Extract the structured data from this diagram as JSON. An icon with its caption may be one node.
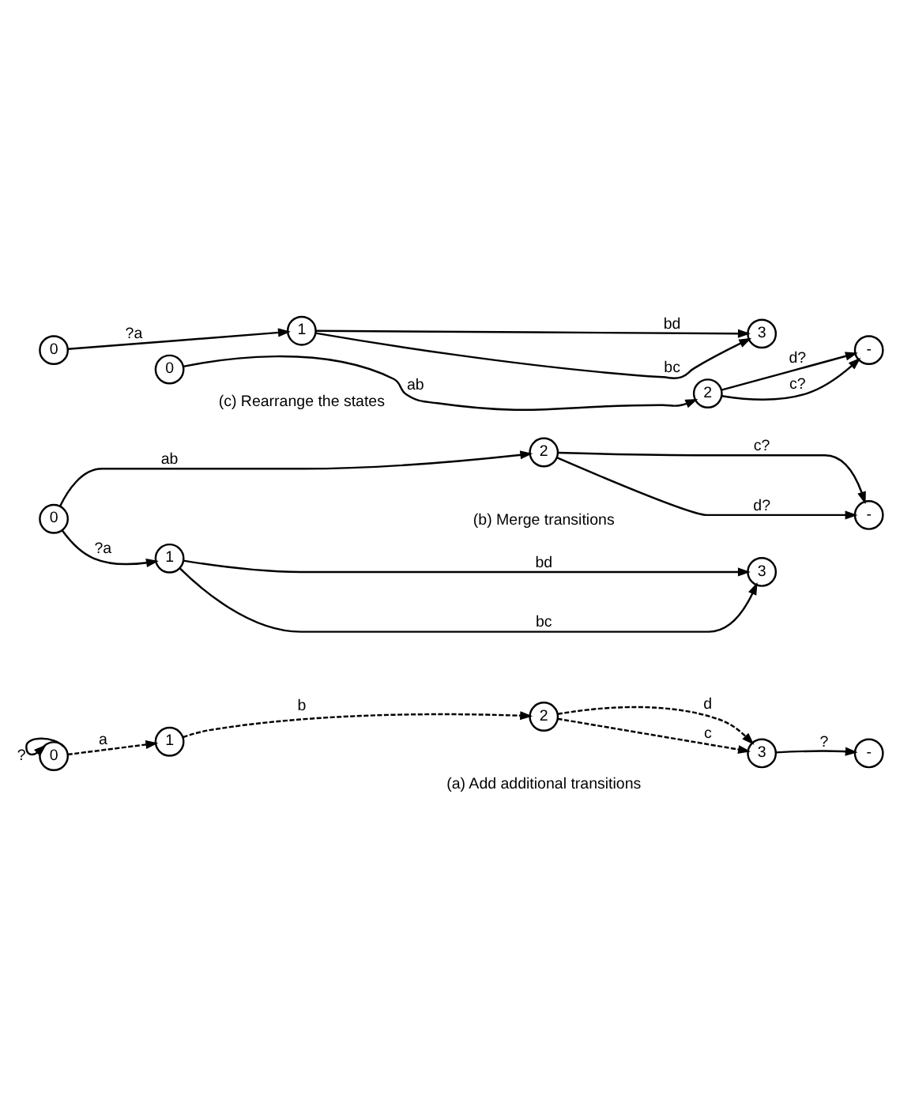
{
  "diagram": {
    "nodes": [
      {
        "text": [
          "0"
        ]
      },
      {
        "text": [
          "1"
        ]
      },
      {
        "text": [
          "2"
        ]
      },
      {
        "text": [
          "3"
        ]
      },
      {
        "text": [
          "-"
        ]
      },
      {
        "text": [
          "0"
        ]
      },
      {
        "text": [
          "1"
        ]
      },
      {
        "text": [
          "2"
        ]
      },
      {
        "text": [
          "3"
        ]
      },
      {
        "text": [
          "-"
        ]
      },
      {
        "text": [
          "0"
        ]
      },
      {
        "text": [
          "2"
        ]
      },
      {
        "text": [
          "-"
        ]
      },
      {
        "text": [
          "0"
        ]
      },
      {
        "text": [
          "1"
        ]
      },
      {
        "text": [
          "3"
        ]
      }
    ],
    "edges": [
      {
        "from": 0,
        "to": 0,
        "arrow": "to",
        "label": "?"
      },
      {
        "from": 0,
        "to": 1,
        "arrow": "to",
        "label": "a",
        "style": "dashed"
      },
      {
        "from": 1,
        "to": 2,
        "arrow": "to",
        "label": "b",
        "style": "dashed"
      },
      {
        "from": 2,
        "to": 3,
        "arrow": "to",
        "label": "c",
        "style": "dashed"
      },
      {
        "from": 2,
        "to": 3,
        "arrow": "to",
        "label": "d",
        "style": "dashed"
      },
      {
        "from": 3,
        "to": 4,
        "arrow": "to",
        "label": "?"
      },
      {
        "from": 5,
        "to": 7,
        "arrow": "to",
        "label": "ab"
      },
      {
        "from": 5,
        "to": 6,
        "arrow": "to",
        "label": "?a"
      },
      {
        "from": 6,
        "to": 8,
        "arrow": "to",
        "label": "bc"
      },
      {
        "from": 7,
        "to": 9,
        "arrow": "to",
        "label": "c?"
      },
      {
        "from": 6,
        "to": 8,
        "arrow": "to",
        "label": "bd"
      },
      {
        "from": 7,
        "to": 9,
        "arrow": "to",
        "label": "d?"
      },
      {
        "from": 10,
        "to": 11,
        "arrow": "to",
        "label": "ab"
      },
      {
        "from": 11,
        "to": 12,
        "arrow": "to",
        "label": "c?"
      },
      {
        "from": 11,
        "to": 12,
        "arrow": "to",
        "label": "d?"
      },
      {
        "from": 13,
        "to": 14,
        "arrow": "to",
        "label": "?a"
      },
      {
        "from": 14,
        "to": 15,
        "arrow": "to",
        "label": "bc"
      },
      {
        "from": 14,
        "to": 15,
        "arrow": "to",
        "label": "bd"
      }
    ],
    "labels": [
      "(a) Add additional transitions",
      "(b) Merge transitions",
      "(c) Rearrange the states"
    ]
  }
}
